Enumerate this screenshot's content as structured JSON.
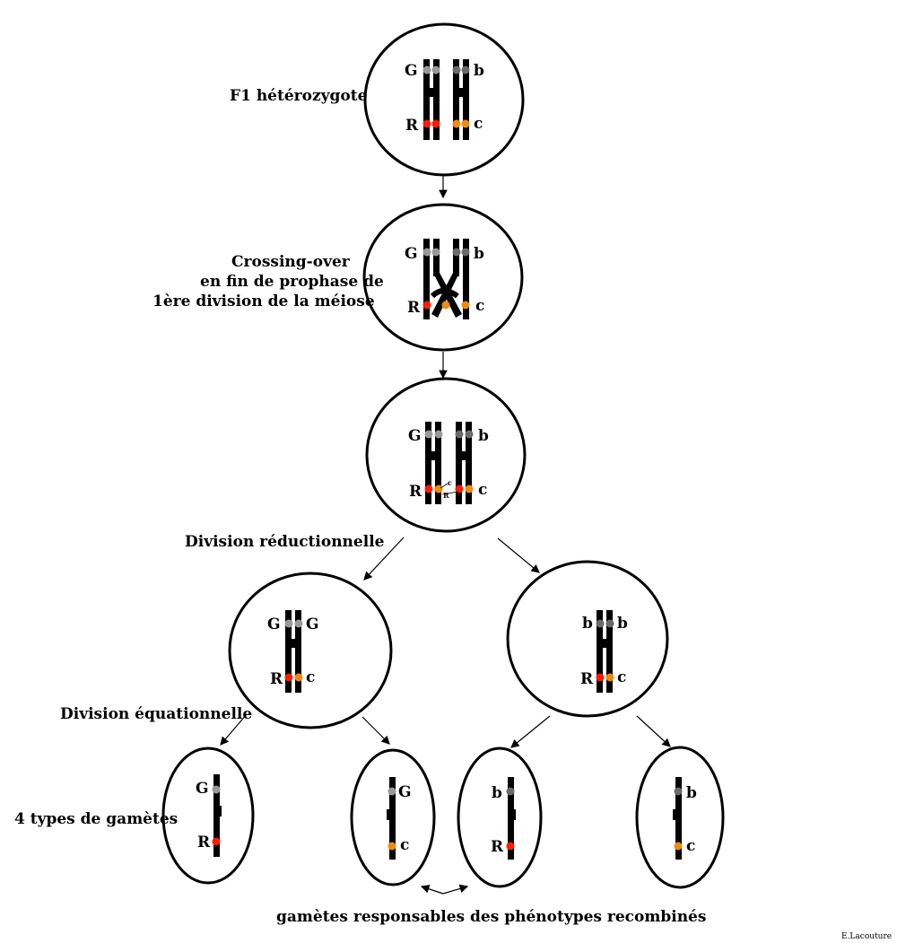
{
  "labels": {
    "f1": "F1 hétérozygote",
    "crossing_line1": "Crossing-over",
    "crossing_line2": "en fin de prophase de",
    "crossing_line3": "1ère division de la méiose",
    "reductional": "Division réductionnelle",
    "equational": "Division équationnelle",
    "gametes": "4 types de gamètes",
    "recombined": "gamètes responsables des phénotypes recombinés",
    "credit": "E.Lacouture"
  },
  "alleles": {
    "G": "G",
    "b": "b",
    "R": "R",
    "c": "c"
  },
  "colors": {
    "grey_allele": "#9a9a9a",
    "dark_grey_allele": "#6a6a6a",
    "red_allele": "#ff1a00",
    "orange_allele": "#f08a10",
    "chromosome": "#000000"
  }
}
